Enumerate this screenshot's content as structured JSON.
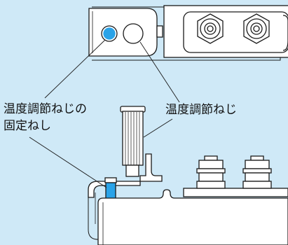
{
  "labels": {
    "fixing_screw_line1": "温度調節ねじの",
    "fixing_screw_line2": "固定ねし",
    "adjust_screw": "温度調節ねじ"
  },
  "colors": {
    "background": "#cfe9f7",
    "highlight": "#2aa3e8",
    "line": "#1a1a1a",
    "part_fill": "#ffffff"
  }
}
